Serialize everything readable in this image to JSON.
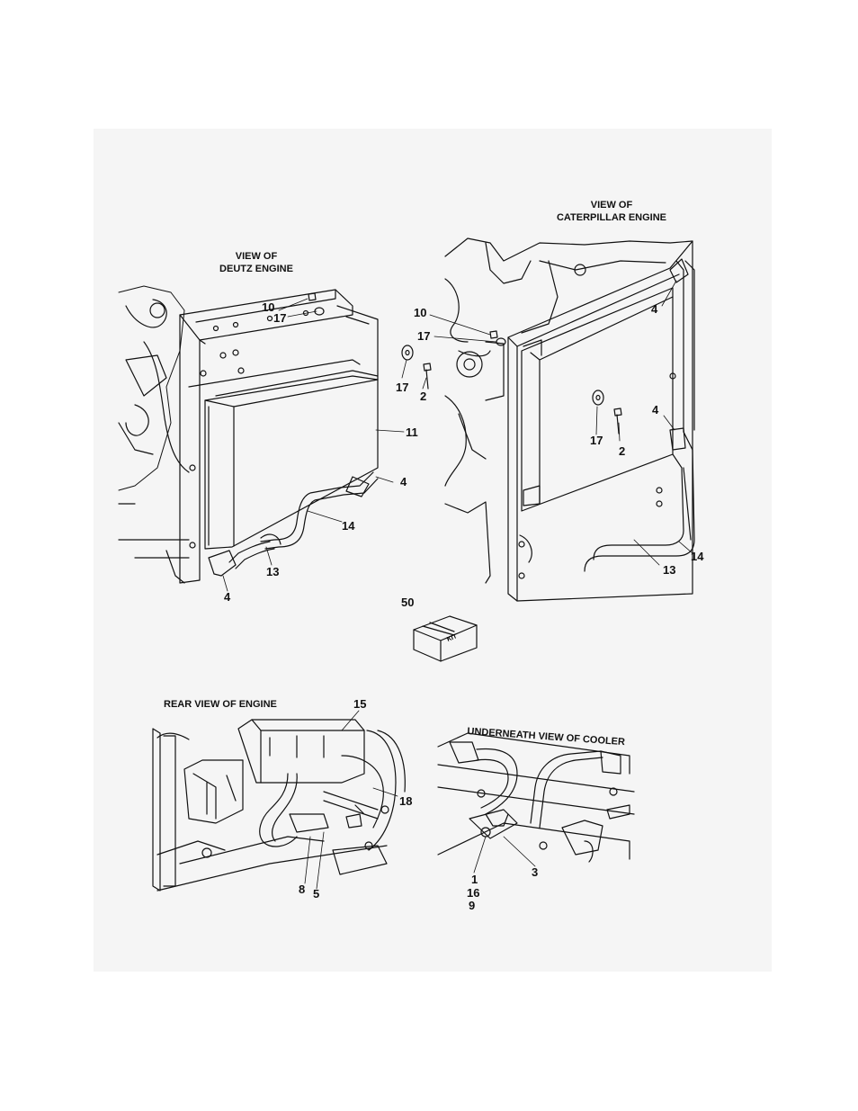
{
  "captions": {
    "deutz_line1": "VIEW OF",
    "deutz_line2": "DEUTZ ENGINE",
    "cat_line1": "VIEW OF",
    "cat_line2": "CATERPILLAR ENGINE",
    "rear": "REAR VIEW OF ENGINE",
    "underneath": "UNDERNEATH VIEW OF COOLER"
  },
  "kit_label": "KIT",
  "callouts": {
    "deutz": [
      "10",
      "17",
      "17",
      "2",
      "11",
      "4",
      "14",
      "13",
      "4"
    ],
    "caterpillar": [
      "10",
      "17",
      "4",
      "17",
      "2",
      "4",
      "13",
      "14"
    ],
    "kit": [
      "50"
    ],
    "rear": [
      "15",
      "18",
      "8",
      "5"
    ],
    "underneath": [
      "1",
      "16",
      "9",
      "3"
    ]
  },
  "colors": {
    "ink": "#111111",
    "sheet": "#f5f5f5",
    "page": "#ffffff"
  }
}
